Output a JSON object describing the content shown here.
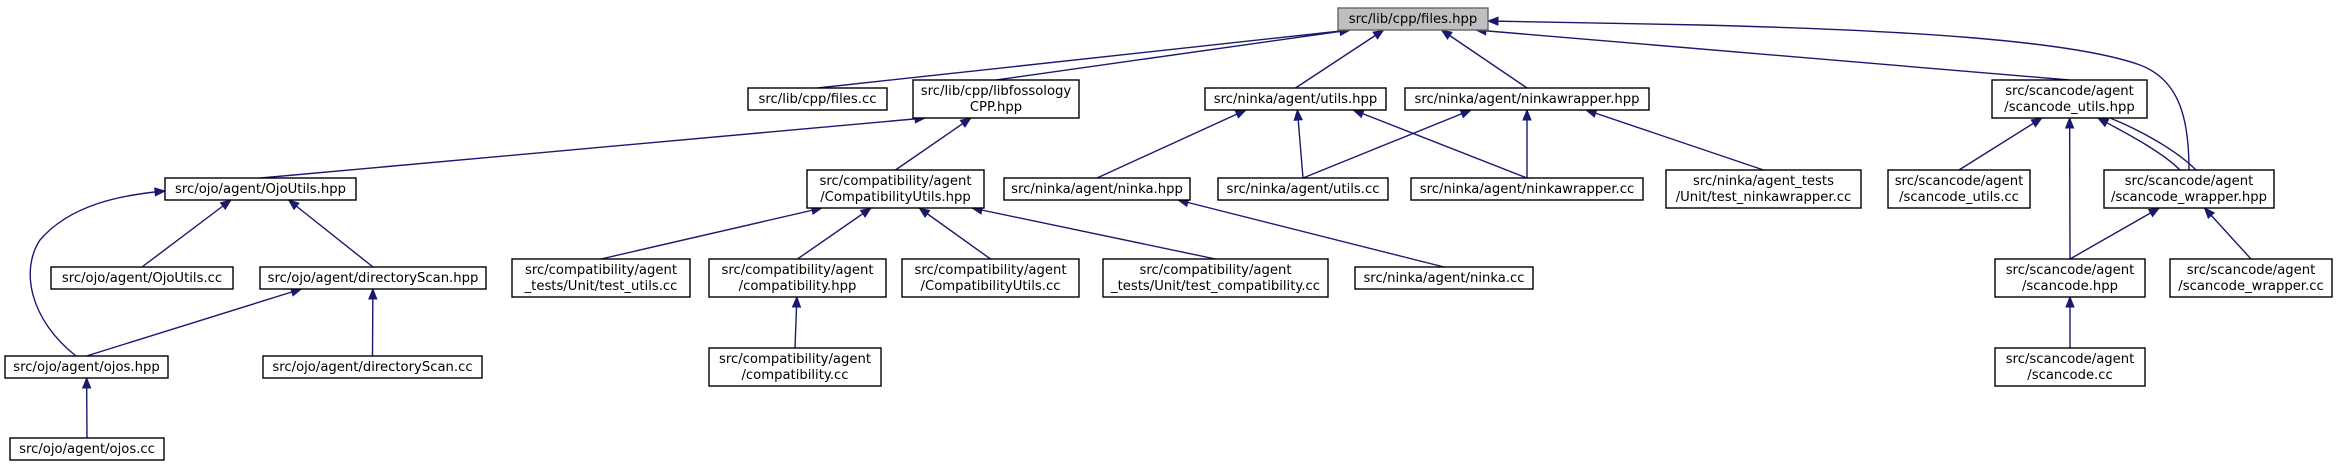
{
  "diagram": {
    "nodes": [
      {
        "id": "files_hpp",
        "lines": [
          "src/lib/cpp/files.hpp"
        ],
        "root": true
      },
      {
        "id": "files_cc",
        "lines": [
          "src/lib/cpp/files.cc"
        ]
      },
      {
        "id": "libfossology",
        "lines": [
          "src/lib/cpp/libfossology",
          "CPP.hpp"
        ]
      },
      {
        "id": "ninka_utils_hpp",
        "lines": [
          "src/ninka/agent/utils.hpp"
        ]
      },
      {
        "id": "ninkawrapper_hpp",
        "lines": [
          "src/ninka/agent/ninkawrapper.hpp"
        ]
      },
      {
        "id": "scancode_utils_hpp",
        "lines": [
          "src/scancode/agent",
          "/scancode_utils.hpp"
        ]
      },
      {
        "id": "ojoutils_hpp",
        "lines": [
          "src/ojo/agent/OjoUtils.hpp"
        ]
      },
      {
        "id": "compat_utils_hpp",
        "lines": [
          "src/compatibility/agent",
          "/CompatibilityUtils.hpp"
        ]
      },
      {
        "id": "ninka_hpp",
        "lines": [
          "src/ninka/agent/ninka.hpp"
        ]
      },
      {
        "id": "ninka_utils_cc",
        "lines": [
          "src/ninka/agent/utils.cc"
        ]
      },
      {
        "id": "ninkawrapper_cc",
        "lines": [
          "src/ninka/agent/ninkawrapper.cc"
        ]
      },
      {
        "id": "test_ninkawrapper",
        "lines": [
          "src/ninka/agent_tests",
          "/Unit/test_ninkawrapper.cc"
        ]
      },
      {
        "id": "scancode_utils_cc",
        "lines": [
          "src/scancode/agent",
          "/scancode_utils.cc"
        ]
      },
      {
        "id": "scancode_wrapper_hpp",
        "lines": [
          "src/scancode/agent",
          "/scancode_wrapper.hpp"
        ]
      },
      {
        "id": "ojoutils_cc",
        "lines": [
          "src/ojo/agent/OjoUtils.cc"
        ]
      },
      {
        "id": "dirscan_hpp",
        "lines": [
          "src/ojo/agent/directoryScan.hpp"
        ]
      },
      {
        "id": "compat_test_utils",
        "lines": [
          "src/compatibility/agent",
          "_tests/Unit/test_utils.cc"
        ]
      },
      {
        "id": "compat_hpp",
        "lines": [
          "src/compatibility/agent",
          "/compatibility.hpp"
        ]
      },
      {
        "id": "compat_utils_cc",
        "lines": [
          "src/compatibility/agent",
          "/CompatibilityUtils.cc"
        ]
      },
      {
        "id": "compat_test_compat",
        "lines": [
          "src/compatibility/agent",
          "_tests/Unit/test_compatibility.cc"
        ]
      },
      {
        "id": "ninka_cc",
        "lines": [
          "src/ninka/agent/ninka.cc"
        ]
      },
      {
        "id": "scancode_hpp",
        "lines": [
          "src/scancode/agent",
          "/scancode.hpp"
        ]
      },
      {
        "id": "scancode_wrapper_cc",
        "lines": [
          "src/scancode/agent",
          "/scancode_wrapper.cc"
        ]
      },
      {
        "id": "ojos_hpp",
        "lines": [
          "src/ojo/agent/ojos.hpp"
        ]
      },
      {
        "id": "dirscan_cc",
        "lines": [
          "src/ojo/agent/directoryScan.cc"
        ]
      },
      {
        "id": "compat_cc",
        "lines": [
          "src/compatibility/agent",
          "/compatibility.cc"
        ]
      },
      {
        "id": "scancode_cc",
        "lines": [
          "src/scancode/agent",
          "/scancode.cc"
        ]
      },
      {
        "id": "ojos_cc",
        "lines": [
          "src/ojo/agent/ojos.cc"
        ]
      }
    ],
    "edges": [
      {
        "from": "files_cc",
        "to": "files_hpp"
      },
      {
        "from": "libfossology",
        "to": "files_hpp"
      },
      {
        "from": "ninka_utils_hpp",
        "to": "files_hpp"
      },
      {
        "from": "ninkawrapper_hpp",
        "to": "files_hpp"
      },
      {
        "from": "scancode_utils_hpp",
        "to": "files_hpp"
      },
      {
        "from": "scancode_wrapper_hpp",
        "to": "files_hpp"
      },
      {
        "from": "ojoutils_hpp",
        "to": "libfossology"
      },
      {
        "from": "compat_utils_hpp",
        "to": "libfossology"
      },
      {
        "from": "ninka_hpp",
        "to": "ninka_utils_hpp"
      },
      {
        "from": "ninka_utils_cc",
        "to": "ninka_utils_hpp"
      },
      {
        "from": "ninkawrapper_cc",
        "to": "ninka_utils_hpp"
      },
      {
        "from": "ninka_utils_cc",
        "to": "ninkawrapper_hpp"
      },
      {
        "from": "ninkawrapper_cc",
        "to": "ninkawrapper_hpp"
      },
      {
        "from": "test_ninkawrapper",
        "to": "ninkawrapper_hpp"
      },
      {
        "from": "scancode_utils_cc",
        "to": "scancode_utils_hpp"
      },
      {
        "from": "scancode_wrapper_hpp",
        "to": "scancode_utils_hpp"
      },
      {
        "from": "scancode_hpp",
        "to": "scancode_utils_hpp"
      },
      {
        "from": "ojoutils_cc",
        "to": "ojoutils_hpp"
      },
      {
        "from": "dirscan_hpp",
        "to": "ojoutils_hpp"
      },
      {
        "from": "ojos_hpp",
        "to": "ojoutils_hpp"
      },
      {
        "from": "compat_test_utils",
        "to": "compat_utils_hpp"
      },
      {
        "from": "compat_hpp",
        "to": "compat_utils_hpp"
      },
      {
        "from": "compat_utils_cc",
        "to": "compat_utils_hpp"
      },
      {
        "from": "compat_test_compat",
        "to": "compat_utils_hpp"
      },
      {
        "from": "ninka_cc",
        "to": "ninka_hpp"
      },
      {
        "from": "scancode_hpp",
        "to": "scancode_wrapper_hpp"
      },
      {
        "from": "scancode_wrapper_cc",
        "to": "scancode_wrapper_hpp"
      },
      {
        "from": "ojos_hpp",
        "to": "dirscan_hpp"
      },
      {
        "from": "dirscan_cc",
        "to": "dirscan_hpp"
      },
      {
        "from": "compat_cc",
        "to": "compat_hpp"
      },
      {
        "from": "scancode_cc",
        "to": "scancode_hpp"
      },
      {
        "from": "ojos_cc",
        "to": "ojos_hpp"
      }
    ]
  }
}
